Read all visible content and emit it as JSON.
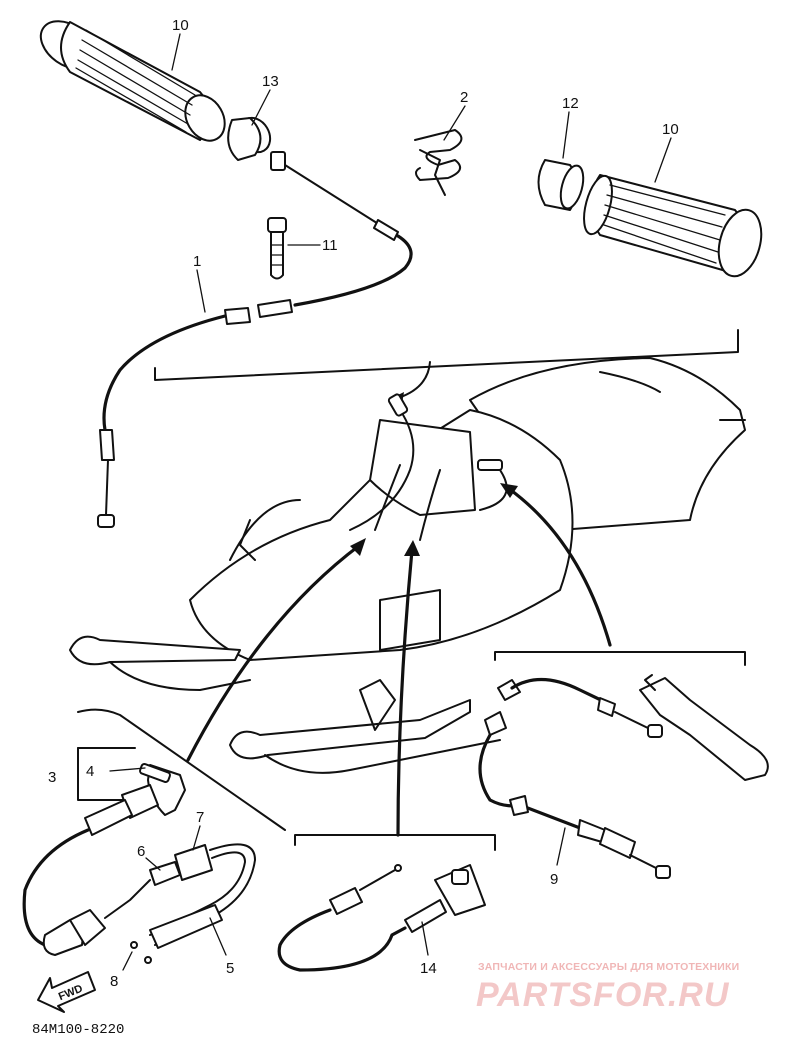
{
  "diagram": {
    "code": "84M100-8220",
    "direction_label": "FWD",
    "callouts": [
      "10",
      "13",
      "2",
      "12",
      "10",
      "11",
      "1",
      "3",
      "4",
      "7",
      "6",
      "8",
      "5",
      "14",
      "9"
    ]
  },
  "watermark": {
    "tagline": "ЗАПЧАСТИ И АКСЕССУАРЫ ДЛЯ МОТОТЕХНИКИ",
    "brand": "PARTSFOR.RU",
    "color": "#f0b6b6"
  }
}
